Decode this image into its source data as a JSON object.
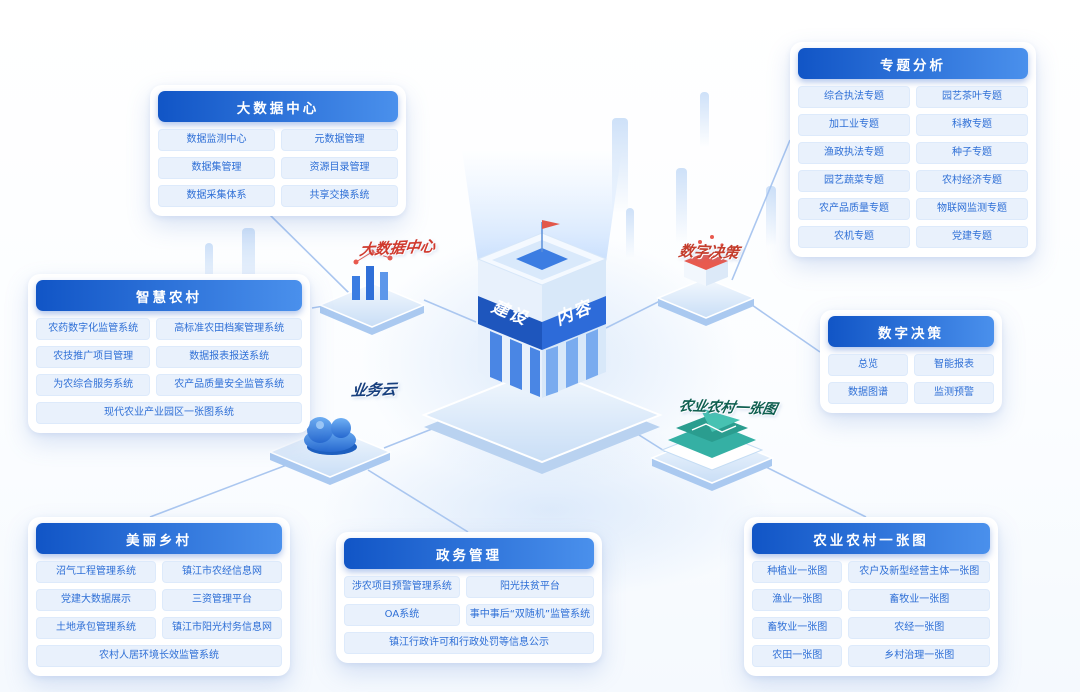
{
  "colors": {
    "header_gradient_start": "#1155c6",
    "header_gradient_end": "#4a90ec",
    "pill_bg": "#e9f1fc",
    "pill_text": "#2e6fd6",
    "connector": "#a6c4ef",
    "node_big_data": "#d03a2e",
    "node_digital_decision": "#c43d2c",
    "node_business_cloud": "#173f7e",
    "node_one_map": "#0f5f50"
  },
  "center": {
    "tower": {
      "left": "建设",
      "right": "内容"
    },
    "nodes": [
      {
        "label": "大数据中心"
      },
      {
        "label": "数字决策"
      },
      {
        "label": "业务云"
      },
      {
        "label": "农业农村一张图"
      }
    ]
  },
  "panels": {
    "big_data_center": {
      "title": "大数据中心",
      "items": [
        "数据监测中心",
        "元数据管理",
        "数据集管理",
        "资源目录管理",
        "数据采集体系",
        "共享交换系统"
      ]
    },
    "topic_analysis": {
      "title": "专题分析",
      "items": [
        "综合执法专题",
        "园艺茶叶专题",
        "加工业专题",
        "科教专题",
        "渔政执法专题",
        "种子专题",
        "园艺蔬菜专题",
        "农村经济专题",
        "农产品质量专题",
        "物联网监测专题",
        "农机专题",
        "党建专题"
      ]
    },
    "smart_rural": {
      "title": "智慧农村",
      "items": [
        "农药数字化监管系统",
        "高标准农田档案管理系统",
        "农技推广项目管理",
        "数据报表报送系统",
        "为农综合服务系统",
        "农产品质量安全监管系统"
      ],
      "full": "现代农业产业园区一张图系统"
    },
    "digital_decision": {
      "title": "数字决策",
      "items": [
        "总览",
        "智能报表",
        "数据图谱",
        "监测预警"
      ]
    },
    "beautiful_village": {
      "title": "美丽乡村",
      "items": [
        "沼气工程管理系统",
        "镇江市农经信息网",
        "党建大数据展示",
        "三资管理平台",
        "土地承包管理系统",
        "镇江市阳光村务信息网"
      ],
      "full": "农村人居环境长效监管系统"
    },
    "gov_affairs": {
      "title": "政务管理",
      "items": [
        "涉农项目预警管理系统",
        "阳光扶贫平台",
        "OA系统",
        "事中事后“双随机”监管系统"
      ],
      "full": "镇江行政许可和行政处罚等信息公示"
    },
    "one_map": {
      "title": "农业农村一张图",
      "items": [
        "种植业一张图",
        "农户及新型经营主体一张图",
        "渔业一张图",
        "畜牧业一张图",
        "畜牧业一张图",
        "农经一张图",
        "农田一张图",
        "乡村治理一张图"
      ]
    }
  }
}
